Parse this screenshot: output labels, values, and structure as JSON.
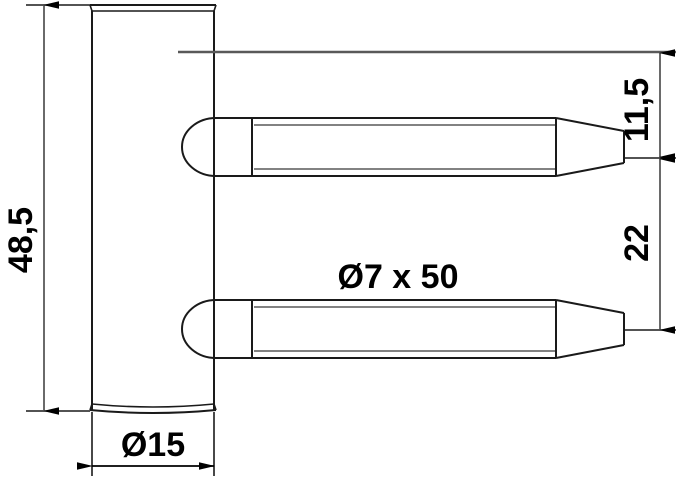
{
  "drawing": {
    "type": "engineering-dimension-drawing",
    "subject": "door-hinge-pin-plate",
    "background_color": "#ffffff",
    "line_color": "#1a1a1a",
    "centerline_color": "#595959",
    "text_color": "#000000"
  },
  "dimensions": {
    "overall_height": {
      "value": "48,5",
      "orientation": "vertical-rotated",
      "position": "left"
    },
    "top_pin_offset": {
      "value": "11,5",
      "orientation": "vertical-rotated",
      "position": "right-upper"
    },
    "pin_spacing": {
      "value": "22",
      "orientation": "vertical-rotated",
      "position": "right-lower"
    },
    "plate_thickness": {
      "value": "Ø15",
      "orientation": "horizontal",
      "position": "bottom"
    }
  },
  "annotations": {
    "pin_spec": {
      "value": "Ø7 x 50",
      "position": "center"
    }
  },
  "parts": {
    "plate": {
      "name": "mounting-plate"
    },
    "upper_pin": {
      "name": "upper-pin"
    },
    "lower_pin": {
      "name": "lower-pin"
    }
  }
}
